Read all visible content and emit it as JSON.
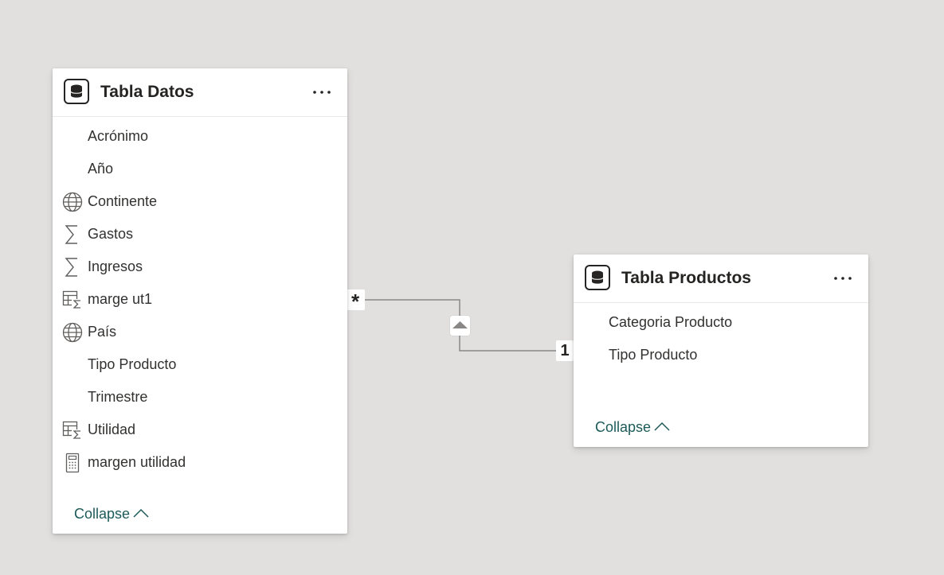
{
  "tables": {
    "datos": {
      "title": "Tabla Datos",
      "fields": [
        {
          "label": "Acrónimo",
          "icon": "none"
        },
        {
          "label": "Año",
          "icon": "none"
        },
        {
          "label": "Continente",
          "icon": "globe-icon"
        },
        {
          "label": "Gastos",
          "icon": "sigma-icon"
        },
        {
          "label": "Ingresos",
          "icon": "sigma-icon"
        },
        {
          "label": "marge ut1",
          "icon": "calculated-table-icon"
        },
        {
          "label": "País",
          "icon": "globe-icon"
        },
        {
          "label": "Tipo Producto",
          "icon": "none"
        },
        {
          "label": "Trimestre",
          "icon": "none"
        },
        {
          "label": "Utilidad",
          "icon": "calculated-table-icon"
        },
        {
          "label": "margen utilidad",
          "icon": "calculator-icon"
        }
      ],
      "collapse_label": "Collapse"
    },
    "productos": {
      "title": "Tabla Productos",
      "fields": [
        {
          "label": "Categoria Producto",
          "icon": "none"
        },
        {
          "label": "Tipo Producto",
          "icon": "none"
        }
      ],
      "collapse_label": "Collapse"
    }
  },
  "relationship": {
    "many_side": "*",
    "one_side": "1",
    "filter_direction": "single"
  },
  "colors": {
    "canvas": "#e1e0df",
    "card": "#ffffff",
    "line": "#8a8886",
    "collapse_link": "#1c5a59"
  }
}
